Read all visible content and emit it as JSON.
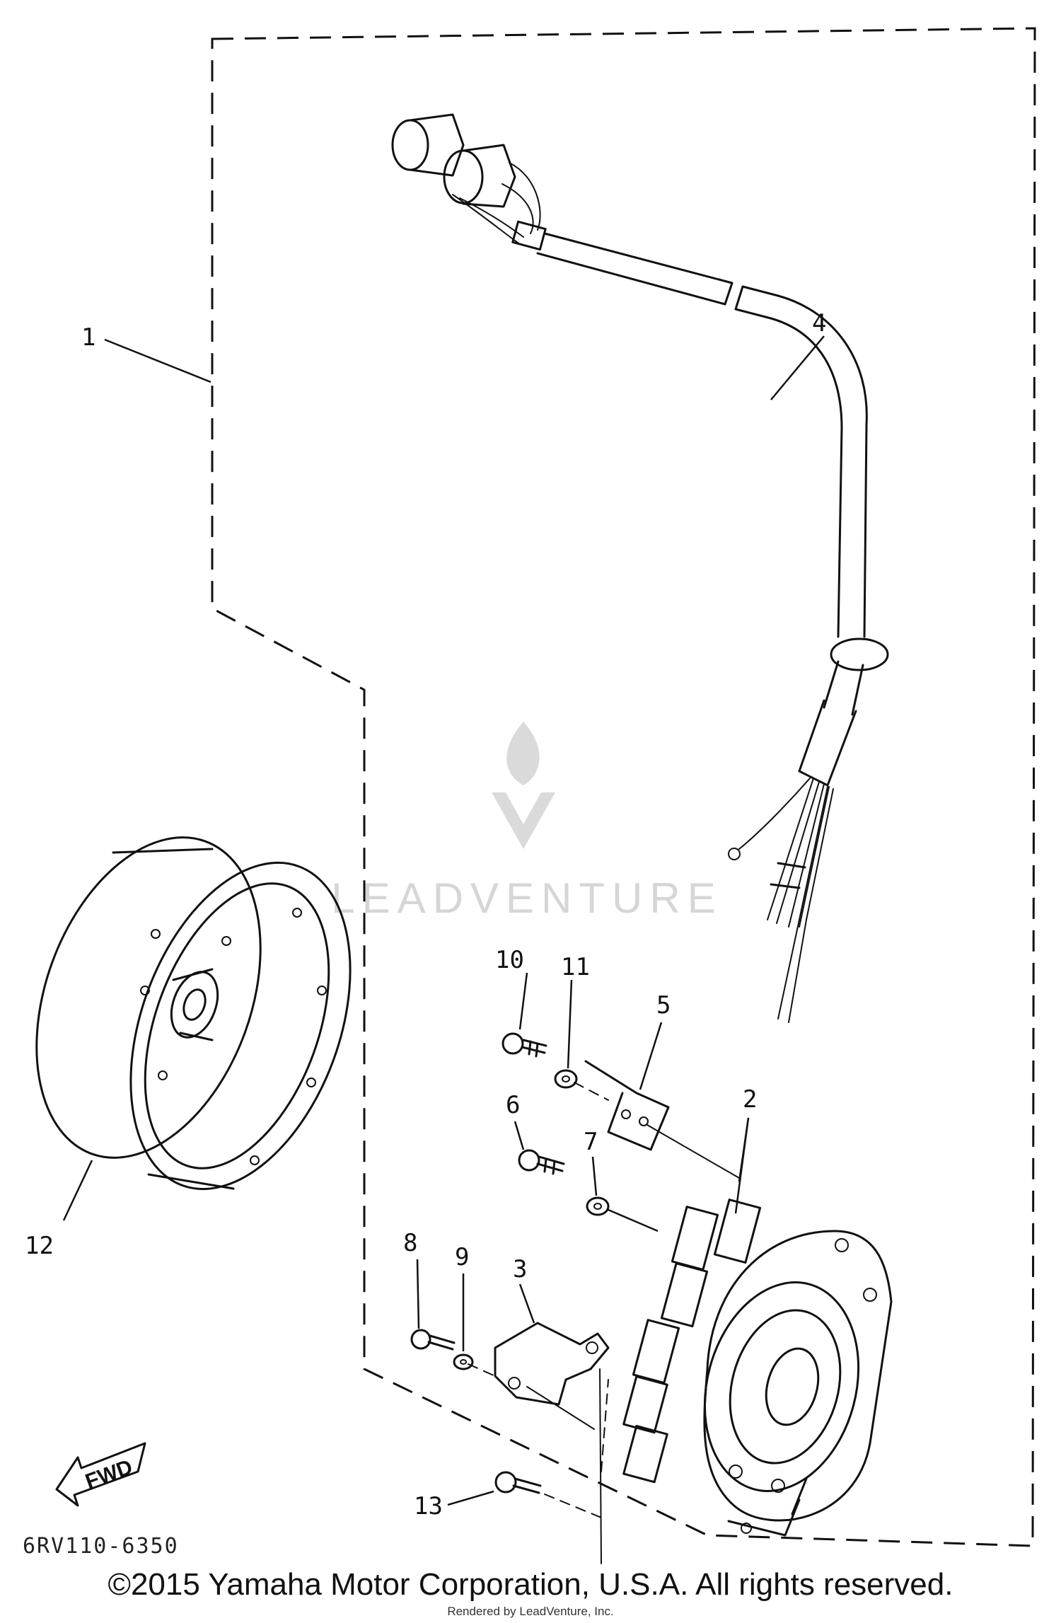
{
  "diagram": {
    "callouts": {
      "c1": "1",
      "c2": "2",
      "c3": "3",
      "c4": "4",
      "c5": "5",
      "c6": "6",
      "c7": "7",
      "c8": "8",
      "c9": "9",
      "c10": "10",
      "c11": "11",
      "c12": "12",
      "c13": "13"
    },
    "fwd_label": "FWD",
    "drawing_code": "6RV110-6350"
  },
  "watermark": {
    "text": "LEADVENTURE"
  },
  "footer": {
    "copyright": "©2015 Yamaha Motor Corporation, U.S.A. All rights reserved.",
    "rendered_by": "Rendered by LeadVenture, Inc."
  }
}
